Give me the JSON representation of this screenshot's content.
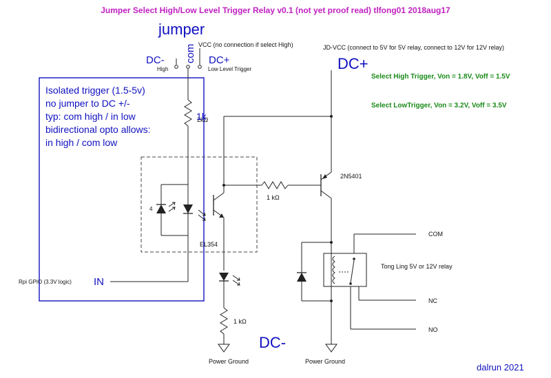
{
  "title": "Jumper Select High/Low Level Trigger Relay v0.1 (not yet proof read) tlfong01 2018aug17",
  "jumper": {
    "heading": "jumper",
    "com_label": "com",
    "vcc_note": "VCC (no connection if select High)",
    "dc_minus_small": "DC-",
    "dc_plus_small": "DC+",
    "high_label": "High",
    "low_label": "Low Level Trigger"
  },
  "jdvcc_note": "JD-VCC (connect to 5V for 5V relay, connect to 12V for 12V relay)",
  "dc_plus_large": "DC+",
  "dc_minus_large": "DC-",
  "high_trigger": "Select High Trigger, Von = 1.8V, Voff = 1.5V",
  "low_trigger": "Select LowTrigger, Von = 3.2V, Voff = 3.5V",
  "note_lines": [
    "Isolated trigger (1.5-5v)",
    "no jumper to DC +/-",
    "typ: com high / in low",
    "bidirectional opto allows:",
    "in high / com low"
  ],
  "resistors": {
    "r_top": "2kΩ",
    "r_top_overlay": "1k",
    "r_base": "1 kΩ",
    "r_led": "1 kΩ"
  },
  "opto": {
    "part": "EL354",
    "pin": "4"
  },
  "transistor": "2N5401",
  "relay": {
    "label": "Tong Ling 5V or 12V relay",
    "com": "COM",
    "nc": "NC",
    "no": "NO"
  },
  "input": {
    "rpi": "Rpi GPIO (3.3V logic)",
    "in": "IN"
  },
  "grounds": [
    "Power Ground",
    "Power Ground"
  ],
  "signature": "dalrun 2021",
  "colors": {
    "title": "#c020c0",
    "note": "#1010c0",
    "trigger": "#1a8a1a"
  }
}
